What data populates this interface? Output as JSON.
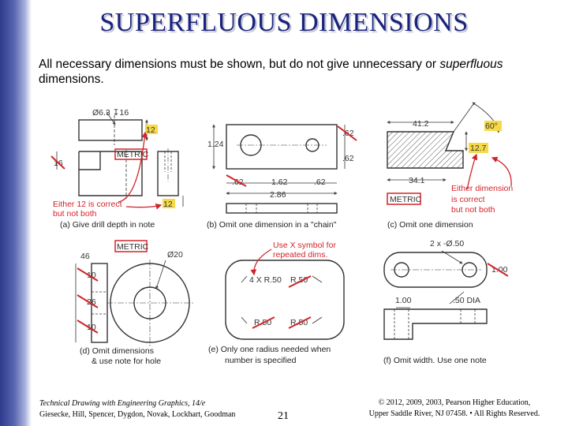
{
  "slide": {
    "title": "SUPERFLUOUS DIMENSIONS",
    "subtitle_main": "All necessary dimensions must be shown, but do not give unnecessary or ",
    "subtitle_em": "superfluous",
    "subtitle_end": "dimensions."
  },
  "figures": {
    "a": {
      "hole_callout": "Ø6.3 ↧16",
      "dim_12_top": "12",
      "dim_16": "16",
      "metric_tag": "METRIC",
      "dim_12_side": "12",
      "note_line1": "Either 12 is correct",
      "note_line2": "but not both",
      "caption": "(a) Give drill depth in note"
    },
    "b": {
      "dim_124": "1.24",
      "dim_62_top": ".62",
      "dim_62_right": ".62",
      "dim_62_left": ".62",
      "dim_162": "1.62",
      "dim_62_bottom": ".62",
      "dim_286": "2.86",
      "caption": "(b) Omit one dimension in a \"chain\""
    },
    "c": {
      "dim_412": "41.2",
      "angle_60": "60°",
      "dim_127": "12.7",
      "dim_341": "34.1",
      "metric_tag": "METRIC",
      "note_line1": "Either dimension",
      "note_line2": "is correct",
      "note_line3": "but not both",
      "caption": "(c) Omit one dimension"
    },
    "d": {
      "metric_tag": "METRIC",
      "dim_46": "46",
      "dia_20": "Ø20",
      "dim_10a": "10",
      "dim_26": "26",
      "dim_10b": "10",
      "caption_line1": "(d) Omit dimensions",
      "caption_line2": "& use note for hole"
    },
    "e": {
      "note_line1": "Use X symbol for",
      "note_line2": "repeated dims.",
      "radius_callout": "4 X R.50",
      "r50_a": "R.50",
      "r50_b": "R.50",
      "r50_c": "R.50",
      "caption_line1": "(e) Only one radius needed when",
      "caption_line2": "number is specified"
    },
    "f": {
      "hole_callout": "2 x -Ø.50",
      "dim_100_right": "1.00",
      "dim_100_left": "1.00",
      "dia_50": ".50 DIA",
      "caption": "(f) Omit width. Use one note"
    }
  },
  "footer": {
    "book": "Technical Drawing with Engineering Graphics, 14/e",
    "authors": "Giesecke, Hill, Spencer, Dygdon, Novak, Lockhart, Goodman",
    "page": "21",
    "copyright_line1": "© 2012, 2009, 2003, Pearson Higher Education,",
    "copyright_line2": "Upper Saddle River, NJ 07458. • All Rights Reserved."
  }
}
